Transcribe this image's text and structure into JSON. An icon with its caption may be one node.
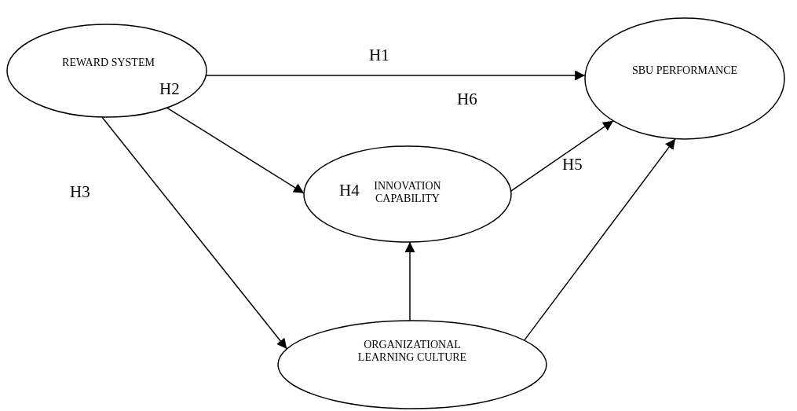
{
  "diagram": {
    "nodes": [
      {
        "text": [
          "REWARD SYSTEM"
        ]
      },
      {
        "text": [
          "SBU PERFORMANCE"
        ]
      },
      {
        "text": [
          "INNOVATION CAPABILITY"
        ]
      },
      {
        "text": [
          "ORGANIZATIONAL LEARNING CULTURE"
        ]
      }
    ],
    "edges": [
      {
        "from": 0,
        "to": 1,
        "arrow": "to"
      },
      {
        "from": 0,
        "to": 2,
        "arrow": "to"
      },
      {
        "from": 0,
        "to": 3,
        "arrow": "to"
      },
      {
        "from": 2,
        "to": 1,
        "arrow": "to"
      },
      {
        "from": 3,
        "to": 2,
        "arrow": "to"
      },
      {
        "from": 3,
        "to": 1,
        "arrow": "to"
      }
    ],
    "labels": [
      "H1",
      "H2",
      "H6",
      "H3",
      "H4",
      "H5"
    ]
  }
}
